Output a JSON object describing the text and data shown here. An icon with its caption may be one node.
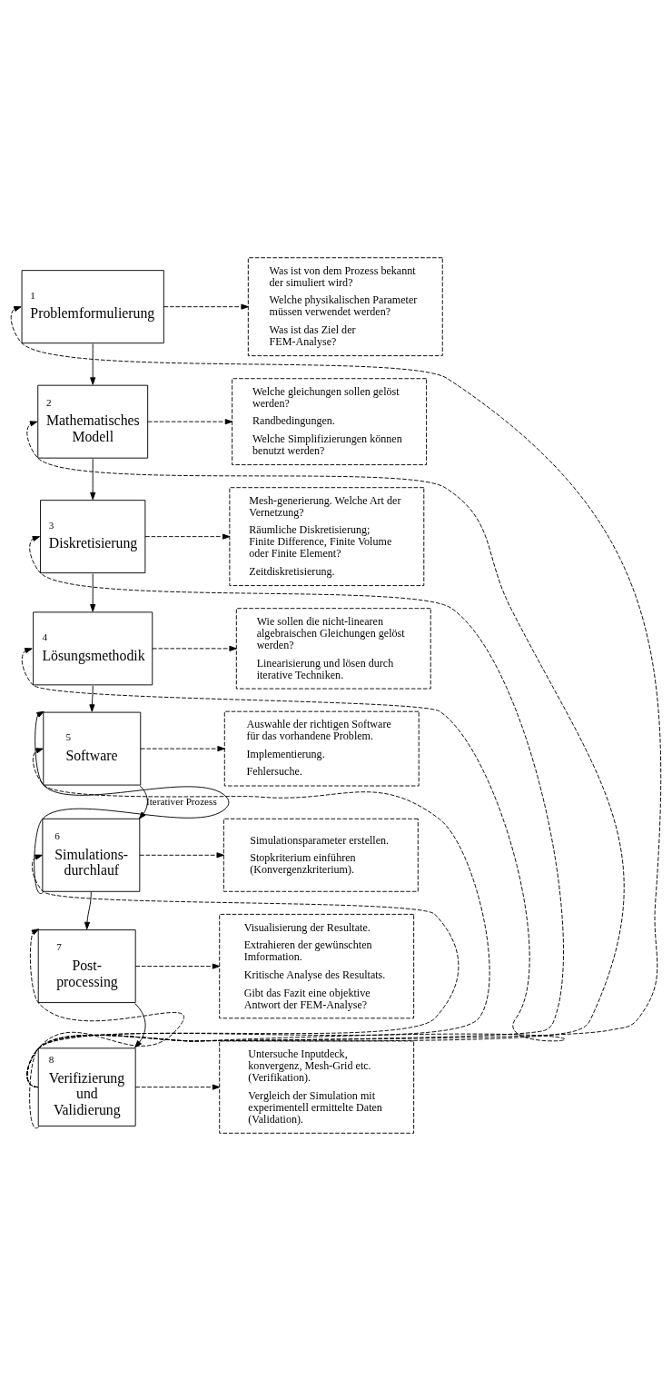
{
  "diagram": {
    "nodes": [
      {
        "text": [
          "1",
          "Problemformulierung"
        ]
      },
      {
        "text": [
          "Was ist von dem Prozess bekannt der simuliert wird?",
          "Welche physikalischen Parameter müssen verwendet werden?",
          "Was ist das Ziel der FEM-Analyse?"
        ]
      },
      {
        "text": [
          "2",
          "Mathematisches Modell"
        ]
      },
      {
        "text": [
          "Welche gleichungen sollen gelöst werden?",
          "Randbedingungen.",
          "Welche Simplifizierungen können benutzt werden?"
        ]
      },
      {
        "text": [
          "3",
          "Diskretisierung"
        ]
      },
      {
        "text": [
          "Mesh-generierung. Welche Art der Vernetzung?",
          "Räumliche Diskretisierung; Finite Difference, Finite Volume oder Finite Element?",
          "Zeitdiskretisierung."
        ]
      },
      {
        "text": [
          "4",
          "Lösungsmethodik"
        ]
      },
      {
        "text": [
          "Wie sollen die nicht-linearen algebraischen Gleichungen gelöst werden?",
          "Linearisierung und lösen durch iterative Techniken."
        ]
      },
      {
        "text": [
          "5",
          "Software"
        ]
      },
      {
        "text": [
          "Auswahle der richtigen Software für das vorhandene Problem.",
          "Implementierung.",
          "Fehlersuche."
        ]
      },
      {
        "text": [
          "6",
          "Simulations- durchlauf"
        ]
      },
      {
        "text": [
          "Simulationsparameter erstellen.",
          "Stopkriterium einführen (Konvergenzkriterium)."
        ]
      },
      {
        "text": [
          "7",
          "Post- processing"
        ]
      },
      {
        "text": [
          "Visualisierung der Resultate.",
          "Extrahieren der gewünschten Imformation.",
          "Kritische Analyse des Resultats.",
          "Gibt das Fazit eine objektive Antwort der FEM-Analyse?"
        ]
      },
      {
        "text": [
          "8",
          "Verifizierung und Validierung"
        ]
      },
      {
        "text": [
          "Untersuche Inputdeck, konvergenz, Mesh-Grid etc. (Verifikation).",
          "Vergleich der Simulation mit experimentell ermittelte Daten (Validation)."
        ]
      }
    ],
    "edges": [
      {
        "from": 0,
        "to": 2,
        "arrow": "to"
      },
      {
        "from": 2,
        "to": 4,
        "arrow": "to"
      },
      {
        "from": 4,
        "to": 6,
        "arrow": "to"
      },
      {
        "from": 6,
        "to": 8,
        "arrow": "to"
      },
      {
        "from": 8,
        "to": 10,
        "arrow": "to",
        "label": "Iterativer Prozess"
      },
      {
        "from": 10,
        "to": 8,
        "arrow": "to"
      },
      {
        "from": 10,
        "to": 12,
        "arrow": "to"
      },
      {
        "from": 12,
        "to": 14,
        "arrow": "to"
      },
      {
        "from": 0,
        "to": 1,
        "arrow": "to",
        "style": "dashed"
      },
      {
        "from": 2,
        "to": 3,
        "arrow": "to",
        "style": "dashed"
      },
      {
        "from": 4,
        "to": 5,
        "arrow": "to",
        "style": "dashed"
      },
      {
        "from": 6,
        "to": 7,
        "arrow": "to",
        "style": "dashed"
      },
      {
        "from": 8,
        "to": 9,
        "arrow": "to",
        "style": "dashed"
      },
      {
        "from": 10,
        "to": 11,
        "arrow": "to",
        "style": "dashed"
      },
      {
        "from": 12,
        "to": 13,
        "arrow": "to",
        "style": "dashed"
      },
      {
        "from": 14,
        "to": 15,
        "arrow": "to",
        "style": "dashed"
      },
      {
        "from": 14,
        "to": 0,
        "arrow": "to",
        "style": "dashed"
      },
      {
        "from": 14,
        "to": 2,
        "arrow": "to",
        "style": "dashed"
      },
      {
        "from": 14,
        "to": 4,
        "arrow": "to",
        "style": "dashed"
      },
      {
        "from": 14,
        "to": 6,
        "arrow": "to",
        "style": "dashed"
      },
      {
        "from": 14,
        "to": 8,
        "arrow": "to",
        "style": "dashed"
      },
      {
        "from": 14,
        "to": 10,
        "arrow": "to",
        "style": "dashed"
      },
      {
        "from": 14,
        "to": 12,
        "arrow": "to",
        "style": "dashed"
      }
    ]
  }
}
